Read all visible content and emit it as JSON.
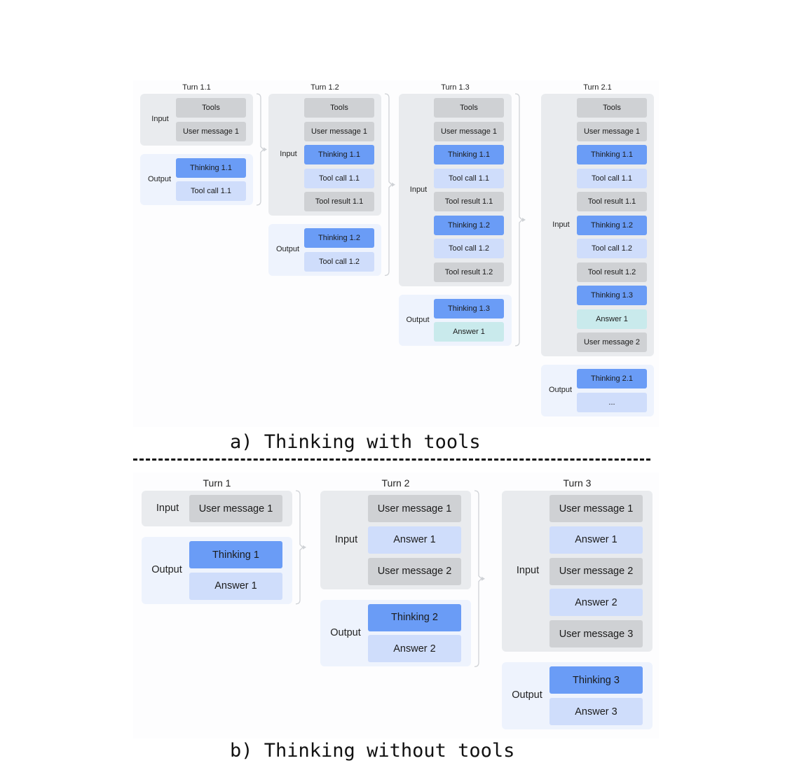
{
  "panel_a": {
    "caption": "a) Thinking with tools",
    "turns": [
      {
        "title": "Turn 1.1",
        "input_label": "Input",
        "input_items": [
          {
            "label": "Tools",
            "kind": "gray"
          },
          {
            "label": "User message 1",
            "kind": "gray"
          }
        ],
        "output_label": "Output",
        "output_items": [
          {
            "label": "Thinking 1.1",
            "kind": "blue"
          },
          {
            "label": "Tool call 1.1",
            "kind": "lblue"
          }
        ]
      },
      {
        "title": "Turn 1.2",
        "input_label": "Input",
        "input_items": [
          {
            "label": "Tools",
            "kind": "gray"
          },
          {
            "label": "User message 1",
            "kind": "gray"
          },
          {
            "label": "Thinking 1.1",
            "kind": "blue"
          },
          {
            "label": "Tool call 1.1",
            "kind": "lblue"
          },
          {
            "label": "Tool result 1.1",
            "kind": "gray"
          }
        ],
        "output_label": "Output",
        "output_items": [
          {
            "label": "Thinking 1.2",
            "kind": "blue"
          },
          {
            "label": "Tool call 1.2",
            "kind": "lblue"
          }
        ]
      },
      {
        "title": "Turn 1.3",
        "input_label": "Input",
        "input_items": [
          {
            "label": "Tools",
            "kind": "gray"
          },
          {
            "label": "User message 1",
            "kind": "gray"
          },
          {
            "label": "Thinking 1.1",
            "kind": "blue"
          },
          {
            "label": "Tool call 1.1",
            "kind": "lblue"
          },
          {
            "label": "Tool result 1.1",
            "kind": "gray"
          },
          {
            "label": "Thinking 1.2",
            "kind": "blue"
          },
          {
            "label": "Tool call 1.2",
            "kind": "lblue"
          },
          {
            "label": "Tool result 1.2",
            "kind": "gray"
          }
        ],
        "output_label": "Output",
        "output_items": [
          {
            "label": "Thinking 1.3",
            "kind": "blue"
          },
          {
            "label": "Answer 1",
            "kind": "teal"
          }
        ]
      },
      {
        "title": "Turn 2.1",
        "input_label": "Input",
        "input_items": [
          {
            "label": "Tools",
            "kind": "gray"
          },
          {
            "label": "User message 1",
            "kind": "gray"
          },
          {
            "label": "Thinking 1.1",
            "kind": "blue"
          },
          {
            "label": "Tool call 1.1",
            "kind": "lblue"
          },
          {
            "label": "Tool result 1.1",
            "kind": "gray"
          },
          {
            "label": "Thinking 1.2",
            "kind": "blue"
          },
          {
            "label": "Tool call 1.2",
            "kind": "lblue"
          },
          {
            "label": "Tool result 1.2",
            "kind": "gray"
          },
          {
            "label": "Thinking 1.3",
            "kind": "blue"
          },
          {
            "label": "Answer 1",
            "kind": "teal"
          },
          {
            "label": "User message 2",
            "kind": "gray"
          }
        ],
        "output_label": "Output",
        "output_items": [
          {
            "label": "Thinking 2.1",
            "kind": "blue"
          },
          {
            "label": "...",
            "kind": "lblue"
          }
        ]
      }
    ]
  },
  "panel_b": {
    "caption": "b) Thinking without tools",
    "turns": [
      {
        "title": "Turn 1",
        "input_label": "Input",
        "input_items": [
          {
            "label": "User message 1",
            "kind": "gray"
          }
        ],
        "output_label": "Output",
        "output_items": [
          {
            "label": "Thinking 1",
            "kind": "blue"
          },
          {
            "label": "Answer 1",
            "kind": "lblue"
          }
        ]
      },
      {
        "title": "Turn 2",
        "input_label": "Input",
        "input_items": [
          {
            "label": "User message 1",
            "kind": "gray"
          },
          {
            "label": "Answer 1",
            "kind": "lblue"
          },
          {
            "label": "User message 2",
            "kind": "gray"
          }
        ],
        "output_label": "Output",
        "output_items": [
          {
            "label": "Thinking 2",
            "kind": "blue"
          },
          {
            "label": "Answer 2",
            "kind": "lblue"
          }
        ]
      },
      {
        "title": "Turn 3",
        "input_label": "Input",
        "input_items": [
          {
            "label": "User message 1",
            "kind": "gray"
          },
          {
            "label": "Answer 1",
            "kind": "lblue"
          },
          {
            "label": "User message 2",
            "kind": "gray"
          },
          {
            "label": "Answer 2",
            "kind": "lblue"
          },
          {
            "label": "User message 3",
            "kind": "gray"
          }
        ],
        "output_label": "Output",
        "output_items": [
          {
            "label": "Thinking 3",
            "kind": "blue"
          },
          {
            "label": "Answer 3",
            "kind": "lblue"
          }
        ]
      }
    ]
  }
}
